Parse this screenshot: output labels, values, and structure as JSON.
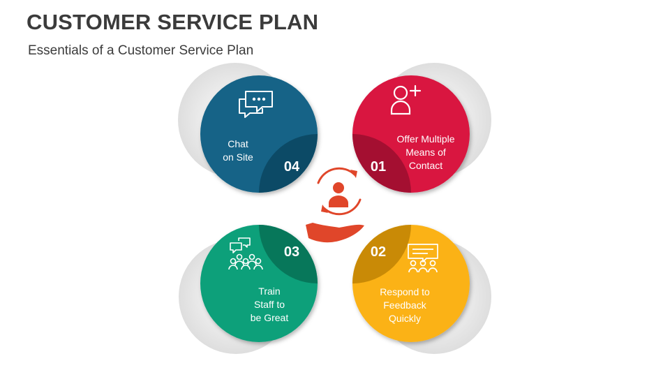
{
  "slide": {
    "title": "CUSTOMER SERVICE PLAN",
    "subtitle": "Essentials of a Customer Service Plan"
  },
  "items": [
    {
      "number": "01",
      "lines": [
        "Offer Multiple",
        "Means of",
        "Contact"
      ],
      "icon": "add-user-icon",
      "color": "#d9163f"
    },
    {
      "number": "02",
      "lines": [
        "Respond to",
        "Feedback",
        "Quickly"
      ],
      "icon": "feedback-presentation-icon",
      "color": "#fbb216"
    },
    {
      "number": "03",
      "lines": [
        "Train",
        "Staff to",
        "be Great"
      ],
      "icon": "team-chat-icon",
      "color": "#0ba07a"
    },
    {
      "number": "04",
      "lines": [
        "Chat",
        "on Site"
      ],
      "icon": "chat-bubbles-icon",
      "color": "#126487"
    }
  ],
  "center": {
    "icon": "customer-care-hand-icon",
    "color": "#e0462a"
  }
}
